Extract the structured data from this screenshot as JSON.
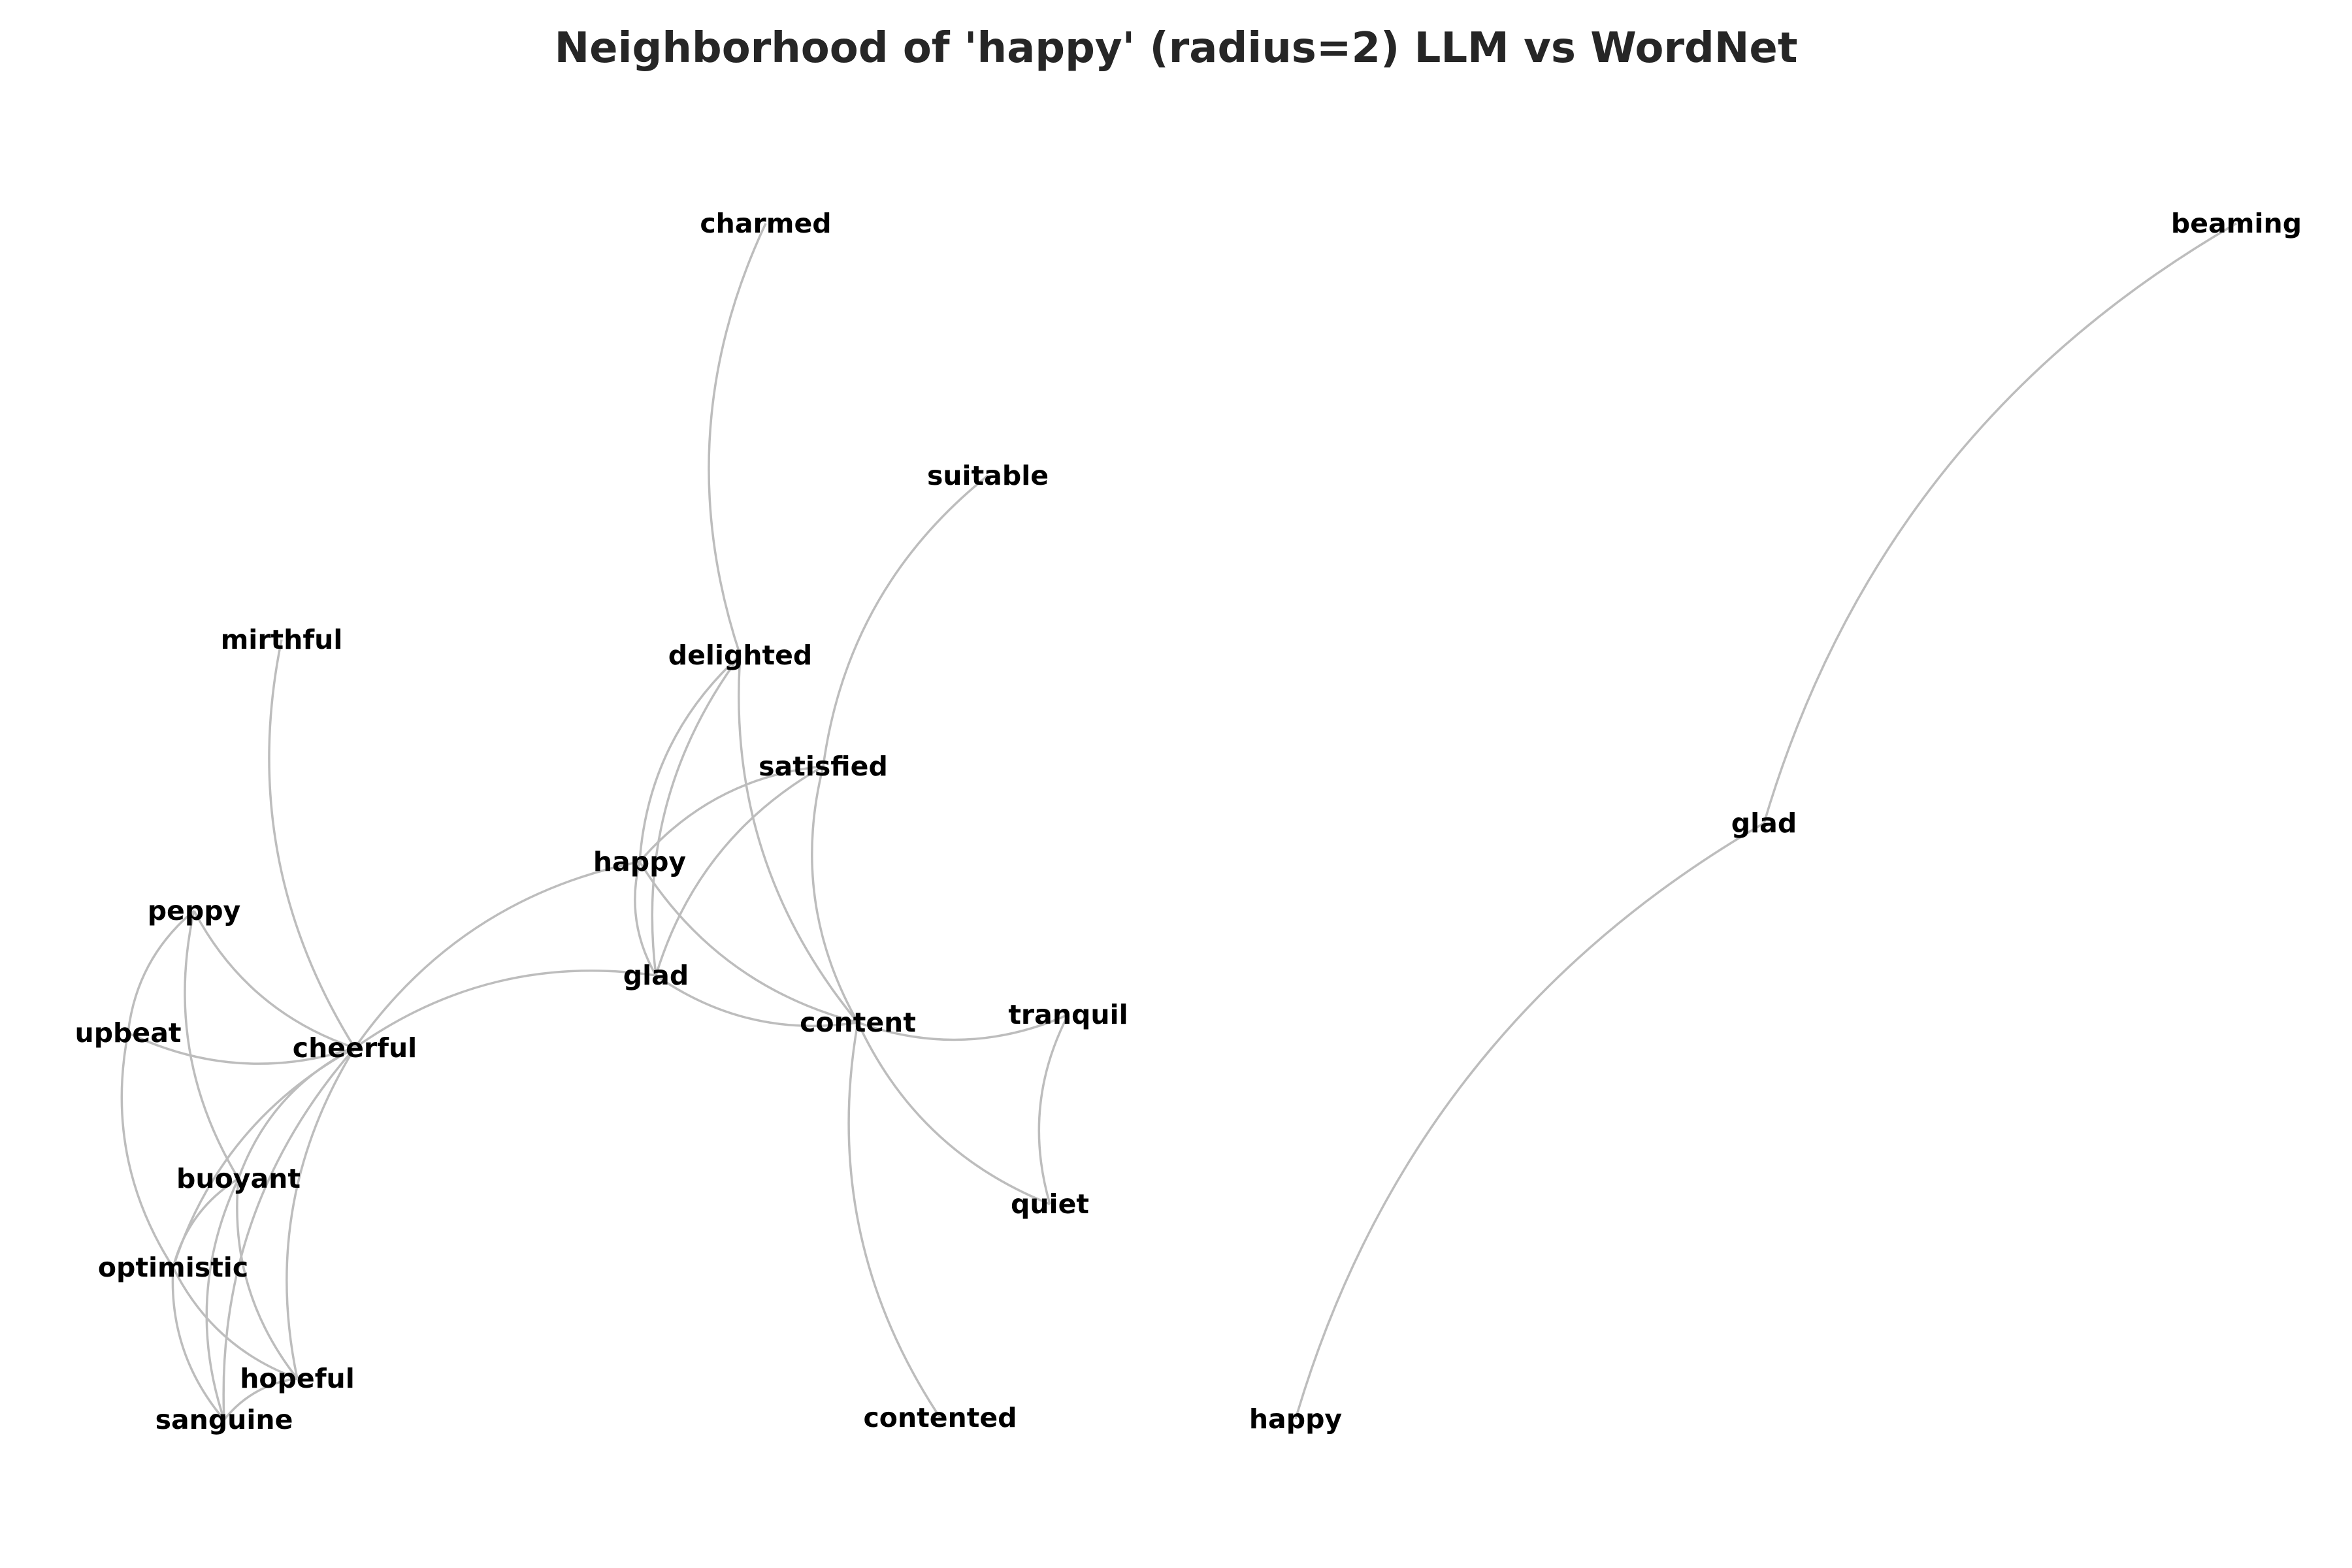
{
  "title": "Neighborhood of 'happy' (radius=2) LLM vs WordNet",
  "edge_color": "#bdbdbd",
  "text_color": "#000000",
  "title_color": "#262626",
  "graphs": [
    {
      "id": "llm",
      "nodes": [
        {
          "id": "charmed",
          "label": "charmed"
        },
        {
          "id": "suitable",
          "label": "suitable"
        },
        {
          "id": "mirthful",
          "label": "mirthful"
        },
        {
          "id": "delighted",
          "label": "delighted"
        },
        {
          "id": "satisfied",
          "label": "satisfied"
        },
        {
          "id": "happy",
          "label": "happy"
        },
        {
          "id": "peppy",
          "label": "peppy"
        },
        {
          "id": "glad",
          "label": "glad"
        },
        {
          "id": "upbeat",
          "label": "upbeat"
        },
        {
          "id": "cheerful",
          "label": "cheerful"
        },
        {
          "id": "content",
          "label": "content"
        },
        {
          "id": "tranquil",
          "label": "tranquil"
        },
        {
          "id": "buoyant",
          "label": "buoyant"
        },
        {
          "id": "quiet",
          "label": "quiet"
        },
        {
          "id": "optimistic",
          "label": "optimistic"
        },
        {
          "id": "hopeful",
          "label": "hopeful"
        },
        {
          "id": "sanguine",
          "label": "sanguine"
        },
        {
          "id": "contented",
          "label": "contented"
        }
      ],
      "edges": [
        [
          "charmed",
          "delighted"
        ],
        [
          "suitable",
          "satisfied"
        ],
        [
          "mirthful",
          "cheerful"
        ],
        [
          "delighted",
          "happy"
        ],
        [
          "delighted",
          "glad"
        ],
        [
          "delighted",
          "content"
        ],
        [
          "satisfied",
          "happy"
        ],
        [
          "satisfied",
          "glad"
        ],
        [
          "satisfied",
          "content"
        ],
        [
          "happy",
          "glad"
        ],
        [
          "happy",
          "content"
        ],
        [
          "happy",
          "cheerful"
        ],
        [
          "glad",
          "cheerful"
        ],
        [
          "glad",
          "content"
        ],
        [
          "content",
          "tranquil"
        ],
        [
          "content",
          "quiet"
        ],
        [
          "content",
          "contented"
        ],
        [
          "tranquil",
          "quiet"
        ],
        [
          "peppy",
          "upbeat"
        ],
        [
          "peppy",
          "cheerful"
        ],
        [
          "peppy",
          "buoyant"
        ],
        [
          "upbeat",
          "cheerful"
        ],
        [
          "upbeat",
          "optimistic"
        ],
        [
          "cheerful",
          "buoyant"
        ],
        [
          "cheerful",
          "optimistic"
        ],
        [
          "cheerful",
          "hopeful"
        ],
        [
          "cheerful",
          "sanguine"
        ],
        [
          "buoyant",
          "optimistic"
        ],
        [
          "buoyant",
          "hopeful"
        ],
        [
          "buoyant",
          "sanguine"
        ],
        [
          "optimistic",
          "hopeful"
        ],
        [
          "optimistic",
          "sanguine"
        ],
        [
          "hopeful",
          "sanguine"
        ]
      ]
    },
    {
      "id": "wordnet",
      "nodes": [
        {
          "id": "beaming",
          "label": "beaming"
        },
        {
          "id": "glad",
          "label": "glad"
        },
        {
          "id": "happy",
          "label": "happy"
        }
      ],
      "edges": [
        [
          "beaming",
          "glad"
        ],
        [
          "glad",
          "happy"
        ]
      ]
    }
  ]
}
